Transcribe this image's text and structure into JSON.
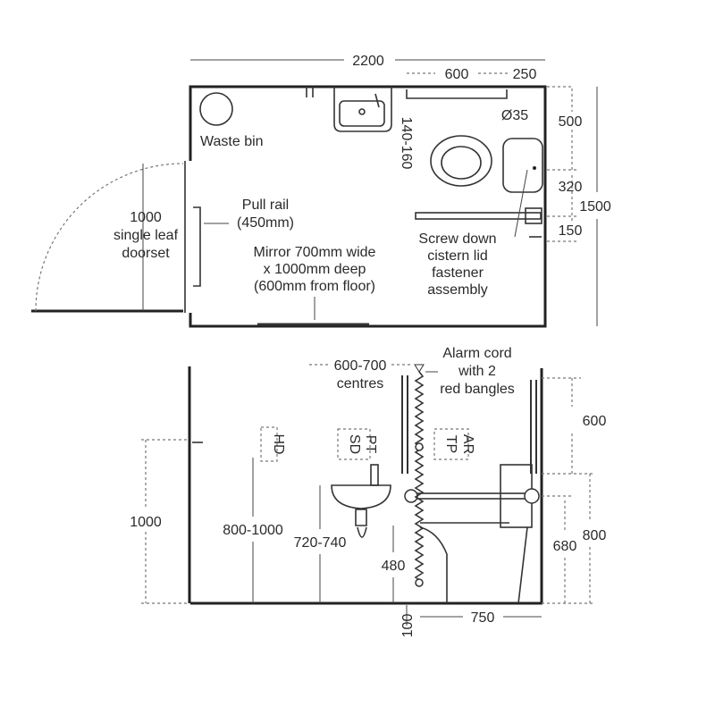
{
  "plan": {
    "dims": {
      "width": "2200",
      "d600": "600",
      "d250": "250",
      "diameter": "Ø35",
      "d140_160": "140-160",
      "d500": "500",
      "d320": "320",
      "d150": "150",
      "d1500": "1500"
    },
    "labels": {
      "waste_bin": "Waste bin",
      "pull_rail": [
        "Pull rail",
        "(450mm)"
      ],
      "door": [
        "1000",
        "single leaf",
        "doorset"
      ],
      "mirror": [
        "Mirror 700mm wide",
        "x 1000mm deep",
        "(600mm from floor)"
      ],
      "screw": [
        "Screw down",
        "cistern lid",
        "fastener",
        "assembly"
      ]
    }
  },
  "elevation": {
    "dims": {
      "d1000": "1000",
      "d800_1000": "800-1000",
      "d720_740": "720-740",
      "d480": "480",
      "d600_700": "600-700",
      "centres": "centres",
      "d600": "600",
      "d800": "800",
      "d680": "680",
      "d750": "750",
      "d100": "100"
    },
    "alarm": [
      "Alarm cord",
      "with 2",
      "red bangles"
    ],
    "boxes": {
      "hd": "HD",
      "sd": "SD",
      "pt": "PT",
      "tp": "TP",
      "ar": "AR"
    }
  }
}
